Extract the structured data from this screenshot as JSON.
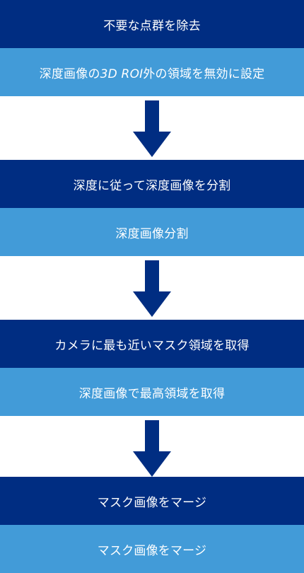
{
  "colors": {
    "dark": "#002d82",
    "light": "#429bd8",
    "arrow": "#002d82",
    "text": "#ffffff"
  },
  "steps": [
    {
      "title": "不要な点群を除去",
      "detail_pre": "深度画像の",
      "detail_em": "3D ROI",
      "detail_post": "外の領域を無効に設定"
    },
    {
      "title": "深度に従って深度画像を分割",
      "detail": "深度画像分割"
    },
    {
      "title": "カメラに最も近いマスク領域を取得",
      "detail": "深度画像で最高領域を取得"
    },
    {
      "title": "マスク画像をマージ",
      "detail": "マスク画像をマージ"
    }
  ],
  "arrows": [
    {
      "icon": "down-arrow-icon"
    },
    {
      "icon": "down-arrow-icon"
    },
    {
      "icon": "down-arrow-icon"
    }
  ]
}
